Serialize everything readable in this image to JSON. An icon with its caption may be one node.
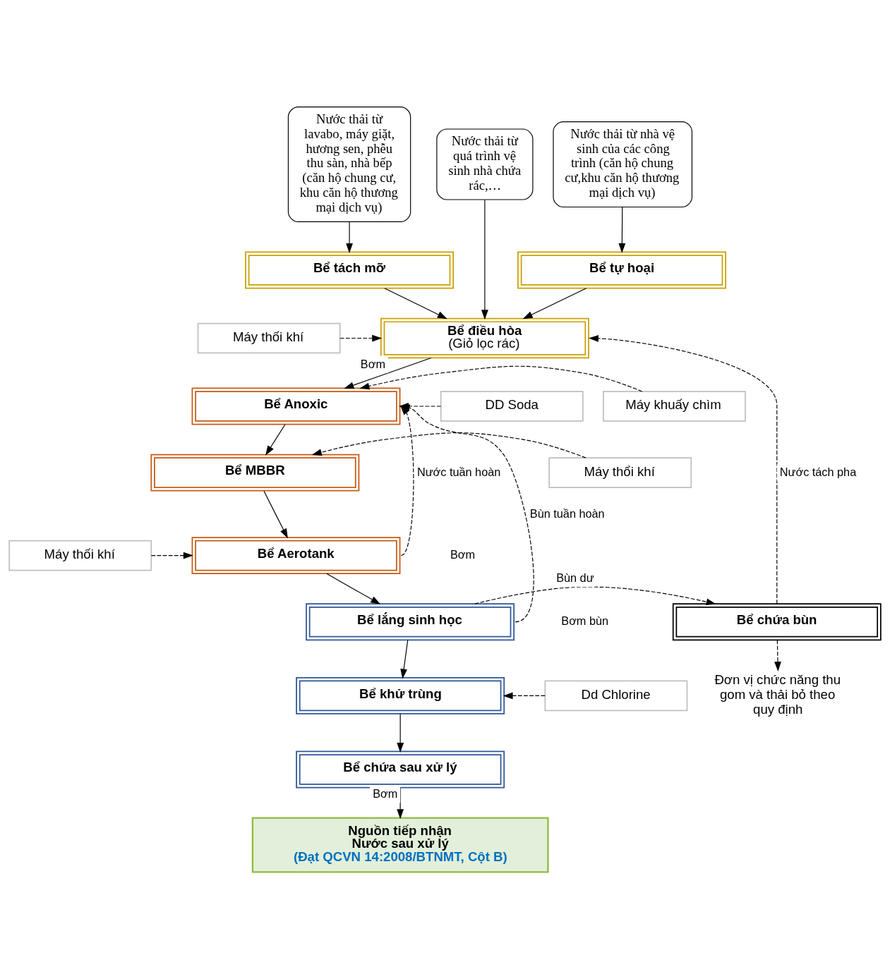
{
  "diagram": {
    "nodes": [
      {
        "text": [
          "Nước thải từ lavabo, máy giặt, hương sen, phễu thu sàn, nhà bếp (căn hộ chung cư, khu căn hộ thương mại dịch vụ)"
        ]
      },
      {
        "text": [
          "Nước thải từ quá trình vệ sinh nhà chứa rác,…"
        ]
      },
      {
        "text": [
          "Nước thải từ nhà vệ sinh của các công trình (căn hộ chung cư,khu căn hộ thương mại dịch vụ)"
        ]
      },
      {
        "text": [
          "Bể tách mỡ"
        ]
      },
      {
        "text": [
          "Bể tự hoại"
        ]
      },
      {
        "text": [
          "Bể điều hòa",
          "(Giỏ lọc rác)"
        ]
      },
      {
        "text": [
          "Máy thối khí"
        ]
      },
      {
        "text": [
          "DD Soda"
        ]
      },
      {
        "text": [
          "Máy khuấy chìm"
        ]
      },
      {
        "text": [
          "Bể Anoxic"
        ]
      },
      {
        "text": [
          "Máy thổi khí"
        ]
      },
      {
        "text": [
          "Bể MBBR"
        ]
      },
      {
        "text": [
          "Máy thối khí"
        ]
      },
      {
        "text": [
          "Bể Aerotank"
        ]
      },
      {
        "text": [
          "Bể lắng sinh học"
        ]
      },
      {
        "text": [
          "Dd Chlorine"
        ]
      },
      {
        "text": [
          "Bể khử trùng"
        ]
      },
      {
        "text": [
          "Bể chứa sau xử lý"
        ]
      },
      {
        "text": [
          "Nguồn tiếp nhận",
          "Nước sau xử lý",
          "(Đạt QCVN 14:2008/BTNMT, Cột B)"
        ]
      },
      {
        "text": [
          "Bể chứa bùn"
        ]
      },
      {
        "text": [
          "Đơn vị chức năng thu gom và thải bỏ theo quy định"
        ]
      }
    ],
    "edges": [
      {
        "from": 0,
        "to": 3,
        "arrow": "to"
      },
      {
        "from": 1,
        "to": 5,
        "arrow": "to"
      },
      {
        "from": 2,
        "to": 4,
        "arrow": "to"
      },
      {
        "from": 3,
        "to": 5,
        "arrow": "to"
      },
      {
        "from": 4,
        "to": 5,
        "arrow": "to"
      },
      {
        "from": 6,
        "to": 5,
        "arrow": "to",
        "style": "dashed"
      },
      {
        "from": 5,
        "to": 9,
        "arrow": "to",
        "label": "Bơm"
      },
      {
        "from": 7,
        "to": 9,
        "arrow": "to",
        "style": "dashed"
      },
      {
        "from": 8,
        "to": 9,
        "arrow": "to",
        "style": "dashed"
      },
      {
        "from": 9,
        "to": 11,
        "arrow": "to"
      },
      {
        "from": 10,
        "to": 11,
        "arrow": "to",
        "style": "dashed"
      },
      {
        "from": 11,
        "to": 13,
        "arrow": "to"
      },
      {
        "from": 12,
        "to": 13,
        "arrow": "to",
        "style": "dashed"
      },
      {
        "from": 13,
        "to": 9,
        "arrow": "to",
        "style": "dashed",
        "label": "Nước tuần hoàn"
      },
      {
        "from": 13,
        "to": 14,
        "arrow": "to"
      },
      {
        "from": 14,
        "to": 19,
        "arrow": "to",
        "style": "dashed",
        "label": "Bùn dư"
      },
      {
        "from": 14,
        "to": 9,
        "arrow": "to",
        "style": "dashed",
        "label": "Bùn tuần hoàn"
      },
      {
        "from": 19,
        "to": 5,
        "arrow": "to",
        "style": "dashed",
        "label": "Nước tách pha"
      },
      {
        "from": 14,
        "to": 16,
        "arrow": "to"
      },
      {
        "from": 15,
        "to": 16,
        "arrow": "to",
        "style": "dashed"
      },
      {
        "from": 16,
        "to": 17,
        "arrow": "to"
      },
      {
        "from": 17,
        "to": 18,
        "arrow": "to",
        "label": "Bơm"
      },
      {
        "from": 19,
        "to": 20,
        "arrow": "to",
        "style": "dashed"
      }
    ],
    "labels": [
      "Bơm",
      "Bơm bùn"
    ]
  }
}
